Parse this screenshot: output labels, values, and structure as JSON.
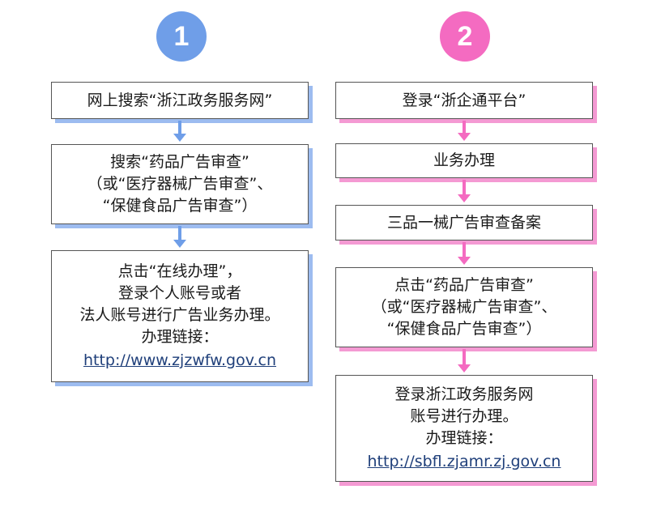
{
  "left": {
    "badge": "1",
    "steps": [
      {
        "lines": [
          "网上搜索“浙江政务服务网”"
        ]
      },
      {
        "lines": [
          "搜索“药品广告审查”",
          "（或“医疗器械广告审查”、",
          "“保健食品广告审查”）"
        ]
      },
      {
        "lines": [
          "点击“在线办理”，",
          "登录个人账号或者",
          "法人账号进行广告业务办理。",
          "办理链接："
        ],
        "link": "http://www.zjzwfw.gov.cn"
      }
    ]
  },
  "right": {
    "badge": "2",
    "steps": [
      {
        "lines": [
          "登录“浙企通平台”"
        ]
      },
      {
        "lines": [
          "业务办理"
        ]
      },
      {
        "lines": [
          "三品一械广告审查备案"
        ]
      },
      {
        "lines": [
          "点击“药品广告审查”",
          "（或“医疗器械广告审查”、",
          "“保健食品广告审查”）"
        ]
      },
      {
        "lines": [
          "登录浙江政务服务网",
          "账号进行办理。",
          "办理链接："
        ],
        "link": "http://sbfl.zjamr.zj.gov.cn"
      }
    ]
  },
  "colors": {
    "blue": "#6f9ee8",
    "pink": "#f46bc1",
    "blue_shadow": "#9dbcf0",
    "pink_shadow": "#f49ad3"
  }
}
